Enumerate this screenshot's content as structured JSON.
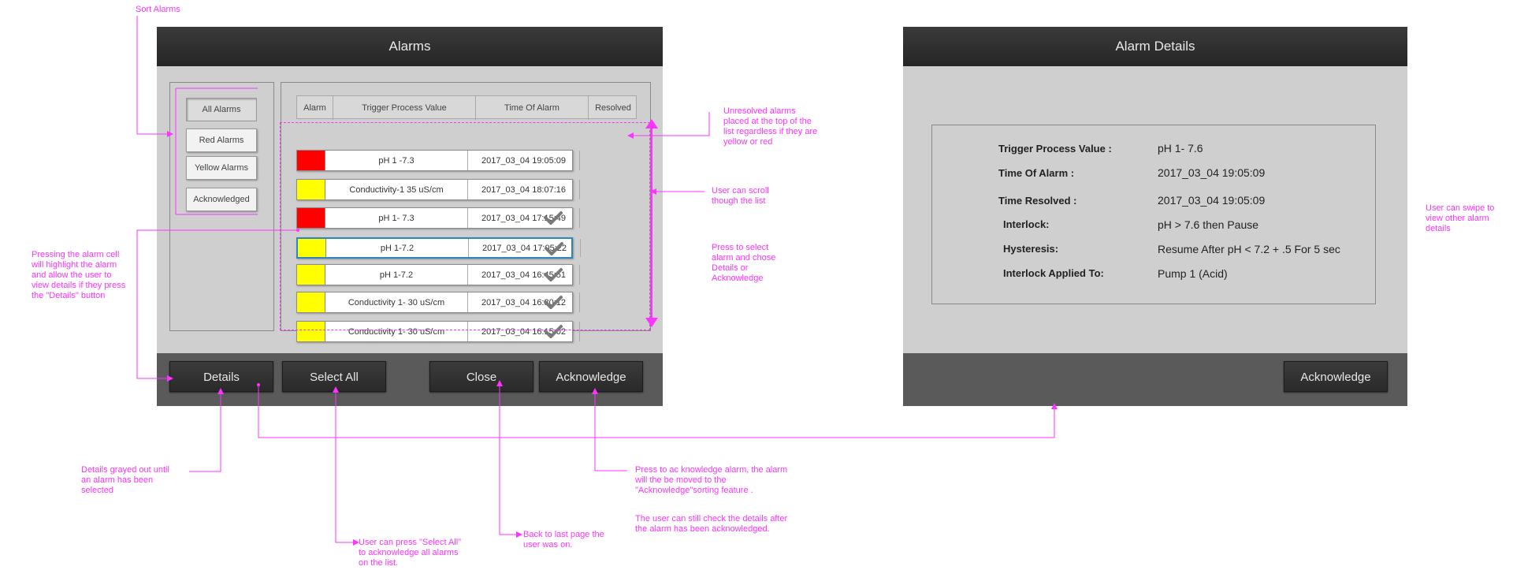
{
  "alarms_panel": {
    "title": "Alarms",
    "sort_buttons": [
      "All Alarms",
      "Red Alarms",
      "Yellow Alarms",
      "Acknowledged"
    ],
    "table_headers": [
      "Alarm",
      "Trigger Process Value",
      "Time  Of Alarm",
      "Resolved"
    ],
    "rows": [
      {
        "color": "#ff0000",
        "value": "pH 1 -7.3",
        "time": "2017_03_04  19:05:09",
        "resolved": false,
        "selected": false
      },
      {
        "color": "#ffff00",
        "value": "Conductivity-1  35 uS/cm",
        "time": "2017_03_04  18:07:16",
        "resolved": false,
        "selected": false
      },
      {
        "color": "#ff0000",
        "value": "pH 1- 7.3",
        "time": "2017_03_04  17:15:49",
        "resolved": true,
        "selected": false
      },
      {
        "color": "#ffff00",
        "value": "pH 1-7.2",
        "time": "2017_03_04  17:05:22",
        "resolved": true,
        "selected": true
      },
      {
        "color": "#ffff00",
        "value": "pH 1-7.2",
        "time": "2017_03_04  16:45:51",
        "resolved": true,
        "selected": false
      },
      {
        "color": "#ffff00",
        "value": "Conductivity 1-  30 uS/cm",
        "time": "2017_03_04  16:30:12",
        "resolved": true,
        "selected": false
      },
      {
        "color": "#ffff00",
        "value": "Conductivity 1- 30 uS/cm",
        "time": "2017_03_04  16:15:02",
        "resolved": true,
        "selected": false
      }
    ],
    "footer_buttons": {
      "details": "Details",
      "select_all": "Select All",
      "close": "Close",
      "acknowledge": "Acknowledge"
    }
  },
  "details_panel": {
    "title": "Alarm Details",
    "fields": [
      {
        "label": "Trigger Process Value :",
        "value": "pH 1- 7.6"
      },
      {
        "label": "Time Of Alarm :",
        "value": "2017_03_04  19:05:09"
      },
      {
        "label": "Time Resolved :",
        "value": "2017_03_04  19:05:09"
      },
      {
        "label": "Interlock:",
        "value": "pH > 7.6 then Pause"
      },
      {
        "label": "Hysteresis:",
        "value": "Resume After pH < 7.2 + .5 For 5 sec"
      },
      {
        "label": "Interlock Applied To:",
        "value": "Pump 1 (Acid)"
      }
    ],
    "acknowledge_label": "Acknowledge"
  },
  "annotations": {
    "sort_alarms": "Sort Alarms",
    "unresolved": "Unresolved alarms placed at the top of the list regardless if they are yellow or red",
    "scroll": "User can scroll though the list",
    "press_select": "Press to select alarm and chose Details or Acknowledge",
    "pressing_cell": "Pressing the alarm cell will highlight the alarm and allow the user to view details if they press the \"Details\" button",
    "details_grayed": "Details grayed out until an alarm has been selected",
    "select_all": "User can press \"Select All\" to acknowledge all alarms on the list.",
    "back": "Back to last page the user was on.",
    "acknowledge_1": "Press to ac knowledge alarm, the alarm will the be moved to the \"Acknowledge\"sorting feature .",
    "acknowledge_2": "The user can still check the details after the  alarm has been acknowledged.",
    "swipe": "User can swipe to view other alarm details"
  },
  "colors": {
    "annotation": "#ff33ff",
    "selection": "#2e86c1",
    "red_alarm": "#ff0000",
    "yellow_alarm": "#ffff00"
  }
}
